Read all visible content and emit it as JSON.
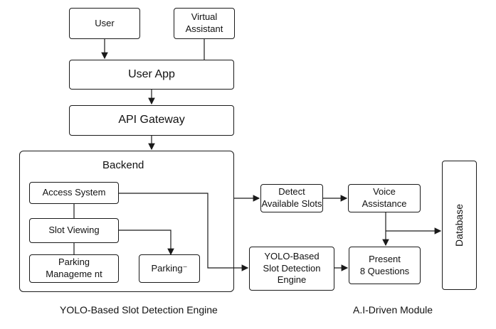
{
  "nodes": {
    "user": "User",
    "virtual_assistant": "Virtual\nAssistant",
    "user_app": "User App",
    "api_gateway": "API Gateway",
    "backend_title": "Backend",
    "access_system": "Access System",
    "slot_viewing": "Slot Viewing",
    "parking_management": "Parking\nManageme nt",
    "parking": "Parking⁻",
    "detect_slots": "Detect\nAvailable Slots",
    "voice_assistance": "Voice\nAssistance",
    "yolo_engine": "YOLO-Based\nSlot Detection\nEngine",
    "present_questions": "Present\n8 Questions",
    "database": "Database"
  },
  "captions": {
    "left": "YOLO-Based Slot Detection Engine",
    "right": "A.I-Driven Module"
  }
}
